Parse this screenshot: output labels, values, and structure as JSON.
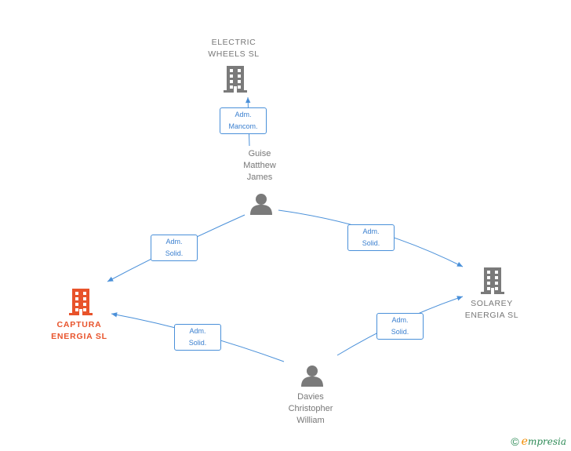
{
  "nodes": {
    "electric_wheels": {
      "name": "ELECTRIC\nWHEELS  SL",
      "type": "company",
      "icon": "building-icon",
      "color": "#7a7a7a"
    },
    "captura_energia": {
      "name": "CAPTURA\nENERGIA  SL",
      "type": "company",
      "icon": "building-icon",
      "color": "#e8532b",
      "focus": true
    },
    "solarey_energia": {
      "name": "SOLAREY\nENERGIA  SL",
      "type": "company",
      "icon": "building-icon",
      "color": "#7a7a7a"
    },
    "guise": {
      "name": "Guise\nMatthew\nJames",
      "type": "person",
      "icon": "person-icon",
      "color": "#7a7a7a"
    },
    "davies": {
      "name": "Davies\nChristopher\nWilliam",
      "type": "person",
      "icon": "person-icon",
      "color": "#7a7a7a"
    }
  },
  "edges": [
    {
      "id": "guise-electric",
      "from": "guise",
      "to": "electric_wheels",
      "label_line1": "Adm.",
      "label_line2": "Mancom."
    },
    {
      "id": "guise-captura",
      "from": "guise",
      "to": "captura_energia",
      "label_line1": "Adm.",
      "label_line2": "Solid."
    },
    {
      "id": "guise-solarey",
      "from": "guise",
      "to": "solarey_energia",
      "label_line1": "Adm.",
      "label_line2": "Solid."
    },
    {
      "id": "davies-captura",
      "from": "davies",
      "to": "captura_energia",
      "label_line1": "Adm.",
      "label_line2": "Solid."
    },
    {
      "id": "davies-solarey",
      "from": "davies",
      "to": "solarey_energia",
      "label_line1": "Adm.",
      "label_line2": "Solid."
    }
  ],
  "colors": {
    "edge": "#4a90d9",
    "focus": "#e8532b",
    "node": "#7a7a7a"
  },
  "footer": {
    "copyright": "©",
    "brand_e": "e",
    "brand_rest": "mpresia"
  }
}
